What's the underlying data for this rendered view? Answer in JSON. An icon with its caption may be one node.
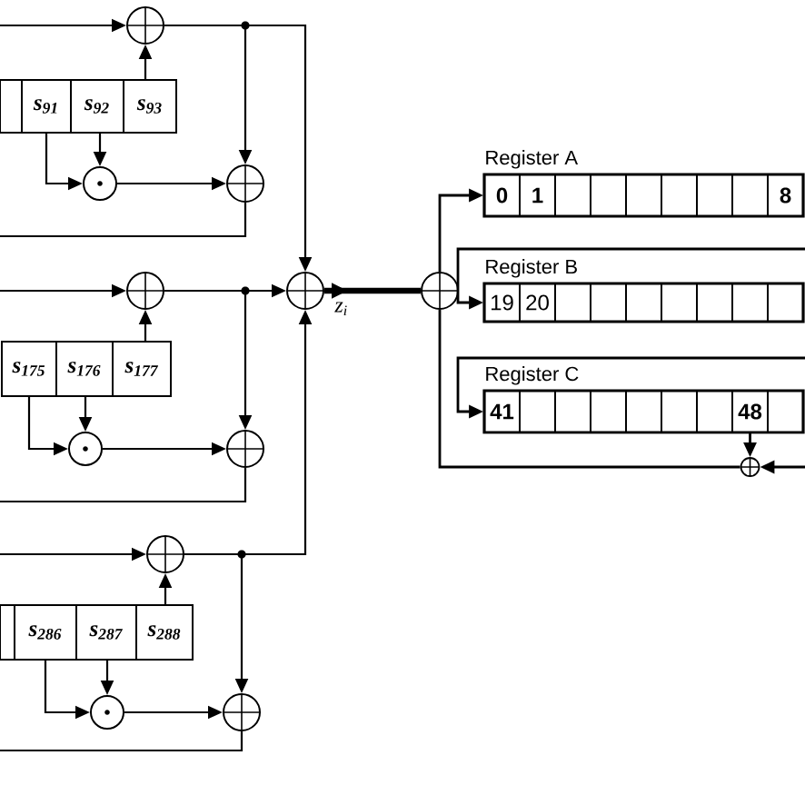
{
  "diagram": {
    "nodes": [
      {
        "text": [],
        "shape": "circle"
      },
      {
        "text": [],
        "shape": "box"
      },
      {
        "text": [
          "s$_{91}$"
        ]
      },
      {
        "text": [
          "s$_{92}$"
        ]
      },
      {
        "text": [
          "s$_{93}$"
        ]
      },
      {
        "text": [],
        "shape": "circle"
      },
      {
        "text": [],
        "shape": "circle"
      },
      {
        "text": [],
        "shape": "circle"
      },
      {
        "text": [],
        "shape": "circle",
        "beside": [
          "z$_{i}$"
        ]
      },
      {
        "text": [
          "s$_{175}$"
        ]
      },
      {
        "text": [
          "s$_{176}$"
        ]
      },
      {
        "text": [
          "s$_{177}$"
        ]
      },
      {
        "text": [],
        "shape": "circle"
      },
      {
        "text": [],
        "shape": "circle"
      },
      {
        "text": [],
        "shape": "circle"
      },
      {
        "text": [],
        "shape": "box"
      },
      {
        "text": [
          "s$_{286}$"
        ]
      },
      {
        "text": [
          "s$_{287}$"
        ]
      },
      {
        "text": [
          "s$_{288}$"
        ]
      },
      {
        "text": [],
        "shape": "circle"
      },
      {
        "text": [],
        "shape": "circle"
      },
      {
        "text": [],
        "shape": "circle"
      },
      {
        "text": [
          "Register A"
        ]
      },
      {
        "text": [
          "0"
        ],
        "in": 22
      },
      {
        "text": [
          "1"
        ],
        "in": 22
      },
      {
        "text": [],
        "shape": "box",
        "in": 22
      },
      {
        "text": [],
        "shape": "box",
        "in": 22
      },
      {
        "text": [],
        "shape": "box",
        "in": 22
      },
      {
        "text": [],
        "shape": "box",
        "in": 22
      },
      {
        "text": [],
        "shape": "box",
        "in": 22
      },
      {
        "text": [],
        "shape": "box",
        "in": 22
      },
      {
        "text": [
          "8"
        ],
        "in": 22
      },
      {
        "text": [
          "Register B"
        ]
      },
      {
        "text": [
          "19"
        ],
        "in": 32
      },
      {
        "text": [
          "20"
        ],
        "in": 32
      },
      {
        "text": [],
        "shape": "box",
        "in": 32
      },
      {
        "text": [],
        "shape": "box",
        "in": 32
      },
      {
        "text": [],
        "shape": "box",
        "in": 32
      },
      {
        "text": [],
        "shape": "box",
        "in": 32
      },
      {
        "text": [],
        "shape": "box",
        "in": 32
      },
      {
        "text": [],
        "shape": "box",
        "in": 32
      },
      {
        "text": [],
        "shape": "box",
        "in": 32
      },
      {
        "text": [
          "Register C"
        ]
      },
      {
        "text": [
          "41"
        ],
        "in": 42
      },
      {
        "text": [],
        "shape": "box",
        "in": 42
      },
      {
        "text": [],
        "shape": "box",
        "in": 42
      },
      {
        "text": [],
        "shape": "box",
        "in": 42
      },
      {
        "text": [],
        "shape": "box",
        "in": 42
      },
      {
        "text": [],
        "shape": "box",
        "in": 42
      },
      {
        "text": [],
        "shape": "box",
        "in": 42
      },
      {
        "text": [
          "48"
        ],
        "in": 42
      },
      {
        "text": [],
        "shape": "box",
        "in": 42
      },
      {
        "text": [],
        "shape": "circle"
      }
    ],
    "edges": [
      {
        "from": null,
        "to": 0,
        "arrow": "to"
      },
      {
        "from": 4,
        "to": 0,
        "arrow": "to"
      },
      {
        "from": 2,
        "to": 5,
        "arrow": "to"
      },
      {
        "from": 3,
        "to": 5,
        "arrow": "to"
      },
      {
        "from": 5,
        "to": 6,
        "arrow": "to"
      },
      {
        "from": 0,
        "to": 6,
        "arrow": "to"
      },
      {
        "from": 0,
        "to": 8,
        "arrow": "to"
      },
      {
        "from": 6,
        "to": null,
        "arrow": "none"
      },
      {
        "from": null,
        "to": 7,
        "arrow": "to"
      },
      {
        "from": 11,
        "to": 7,
        "arrow": "to"
      },
      {
        "from": 9,
        "to": 12,
        "arrow": "to"
      },
      {
        "from": 10,
        "to": 12,
        "arrow": "to"
      },
      {
        "from": 12,
        "to": 13,
        "arrow": "to"
      },
      {
        "from": 7,
        "to": 8,
        "arrow": "to"
      },
      {
        "from": 7,
        "to": 13,
        "arrow": "to"
      },
      {
        "from": 13,
        "to": null,
        "arrow": "none"
      },
      {
        "from": null,
        "to": 14,
        "arrow": "to"
      },
      {
        "from": 18,
        "to": 14,
        "arrow": "to"
      },
      {
        "from": 16,
        "to": 19,
        "arrow": "to"
      },
      {
        "from": 17,
        "to": 19,
        "arrow": "to"
      },
      {
        "from": 19,
        "to": 20,
        "arrow": "to"
      },
      {
        "from": 14,
        "to": 8,
        "arrow": "to"
      },
      {
        "from": 14,
        "to": 20,
        "arrow": "to"
      },
      {
        "from": 20,
        "to": null,
        "arrow": "none"
      },
      {
        "from": 8,
        "to": 21,
        "arrow": "to",
        "style": "thick"
      },
      {
        "from": 21,
        "to": 23,
        "arrow": "to"
      },
      {
        "from": null,
        "to": 33,
        "arrow": "to"
      },
      {
        "from": null,
        "to": 43,
        "arrow": "to"
      },
      {
        "from": 50,
        "to": 52,
        "arrow": "to"
      },
      {
        "from": null,
        "to": 52,
        "arrow": "to"
      },
      {
        "from": 52,
        "to": 21,
        "arrow": "none"
      }
    ]
  }
}
